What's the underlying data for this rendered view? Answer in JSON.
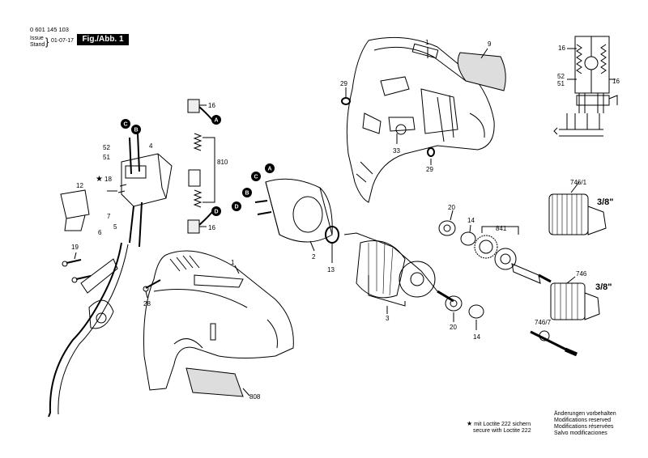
{
  "header": {
    "part_number": "0 601 145 103",
    "issue_label": "Issue",
    "stand_label": "Stand",
    "date": "01-07-17",
    "figure_label": "Fig./Abb. 1"
  },
  "callouts": {
    "c1a": "1",
    "c9": "9",
    "c29a": "29",
    "c29b": "29",
    "c33": "33",
    "c16a": "16",
    "c16b": "16",
    "c810": "810",
    "c52": "52",
    "c51": "51",
    "c4": "4",
    "c18": "18",
    "c12": "12",
    "c7": "7",
    "c5": "5",
    "c6": "6",
    "c19": "19",
    "c2": "2",
    "c13": "13",
    "c3": "3",
    "c20a": "20",
    "c14a": "14",
    "c20b": "20",
    "c14b": "14",
    "c841": "841",
    "c746_1": "746/1",
    "c746": "746",
    "c746_7": "746/7",
    "c1b": "1",
    "c28": "28",
    "c808": "808",
    "w16a": "16",
    "w16b": "16",
    "w52": "52",
    "w51": "51"
  },
  "chuck_size_1": "3/8\"",
  "chuck_size_2": "3/8\"",
  "wire_markers": {
    "A": "A",
    "B": "B",
    "C": "C",
    "D": "D"
  },
  "star_symbol": "★",
  "loctite_note": {
    "de": "mit Loctite 222 sichern",
    "en": "secure with Loctite 222"
  },
  "modifications_note": [
    "Änderungen vorbehalten",
    "Modifications reserved",
    "Modifications réservées",
    "Salvo modificaciones"
  ]
}
